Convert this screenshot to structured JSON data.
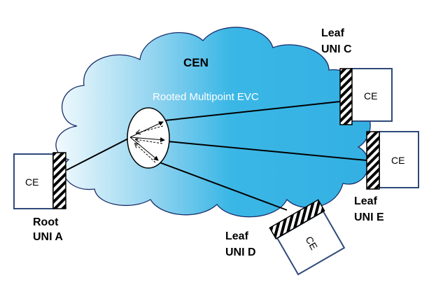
{
  "cloud": {
    "label": "CEN",
    "evc_label": "Rooted Multipoint EVC",
    "gradient": {
      "from": "#e8f6fc",
      "to": "#3bb7e6"
    },
    "outline": "#1a2e6b"
  },
  "nodes": {
    "root": {
      "ce_label": "CE",
      "role": "Root",
      "uni": "UNI A"
    },
    "leaf_c": {
      "ce_label": "CE",
      "role": "Leaf",
      "uni": "UNI C"
    },
    "leaf_e": {
      "ce_label": "CE",
      "role": "Leaf",
      "uni": "UNI E"
    },
    "leaf_d": {
      "ce_label": "CE",
      "role": "Leaf",
      "uni": "UNI D"
    }
  },
  "colors": {
    "box_border": "#2e4a7a",
    "line": "#000000",
    "text": "#000000"
  }
}
